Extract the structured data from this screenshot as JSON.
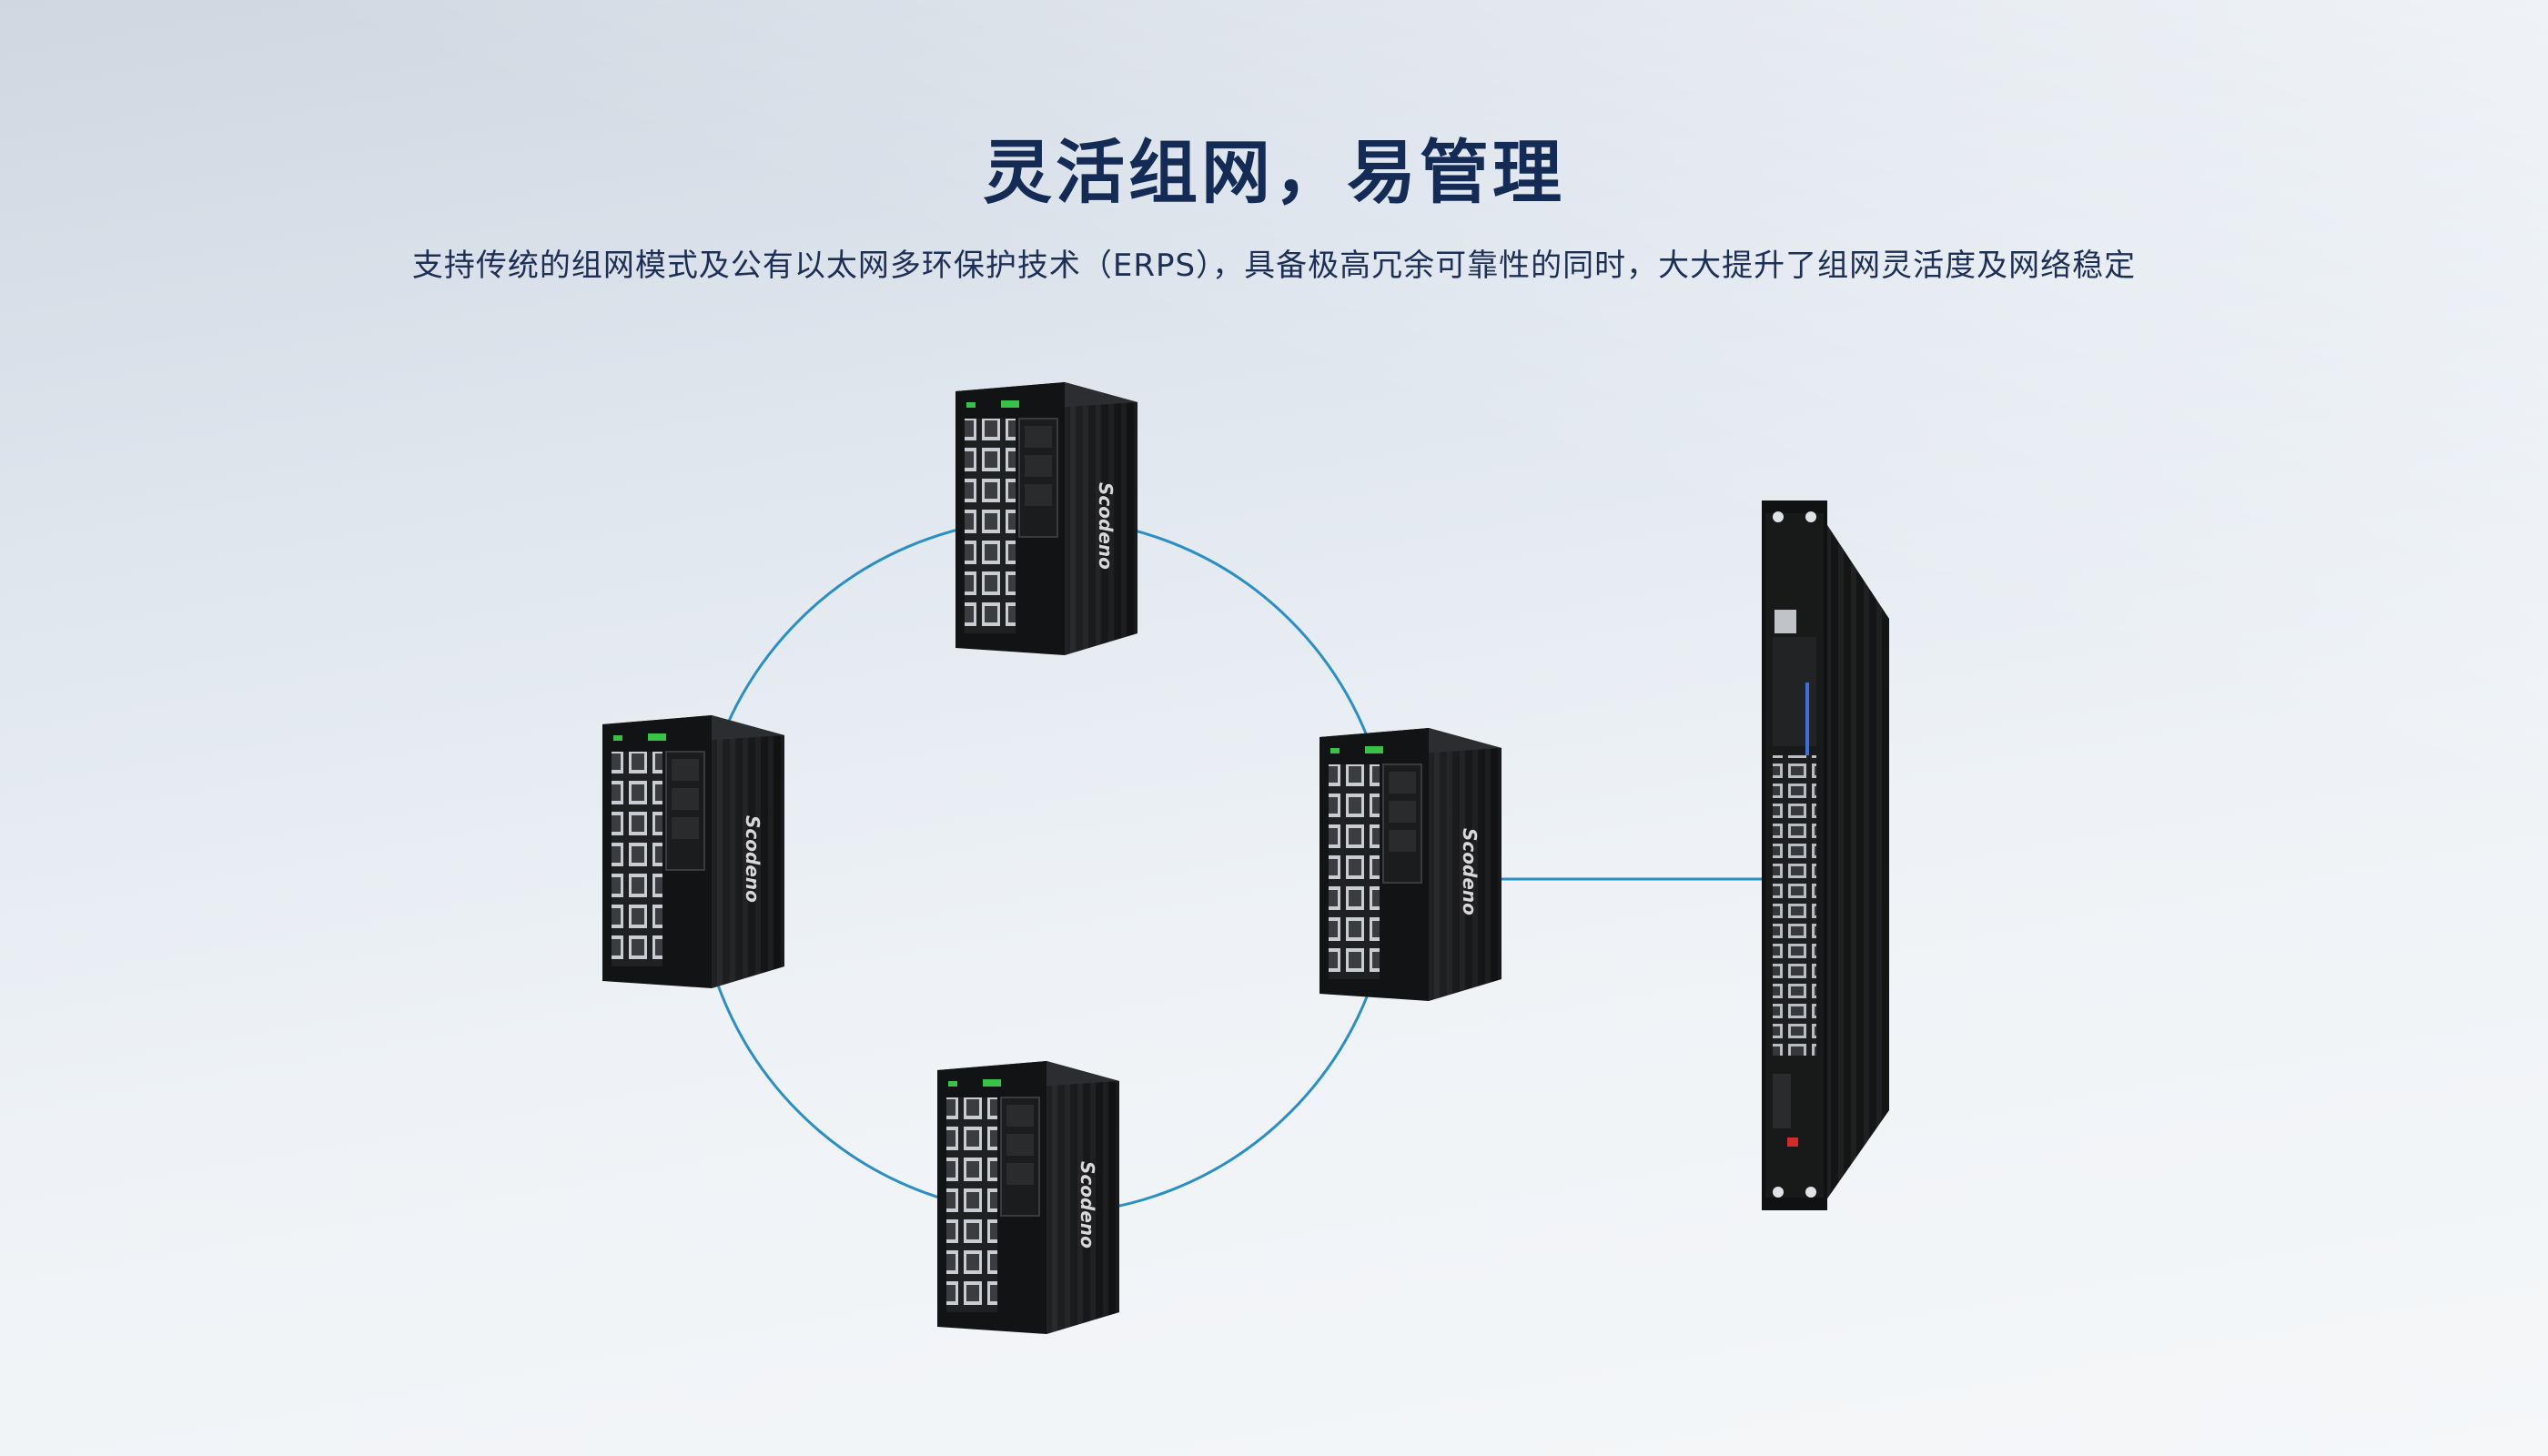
{
  "page": {
    "title": "灵活组网，易管理",
    "subtitle": "支持传统的组网模式及公有以太网多环保护技术（ERPS），具备极高冗余可靠性的同时，大大提升了组网灵活度及网络稳定"
  },
  "devices": {
    "brand": "Scodeno",
    "ring_switches": [
      "top",
      "left",
      "right",
      "bottom"
    ],
    "rack_switch": "rack"
  },
  "colors": {
    "title": "#142b55",
    "ring_line": "#2a8fc4",
    "device_body": "#1b1c1e"
  }
}
